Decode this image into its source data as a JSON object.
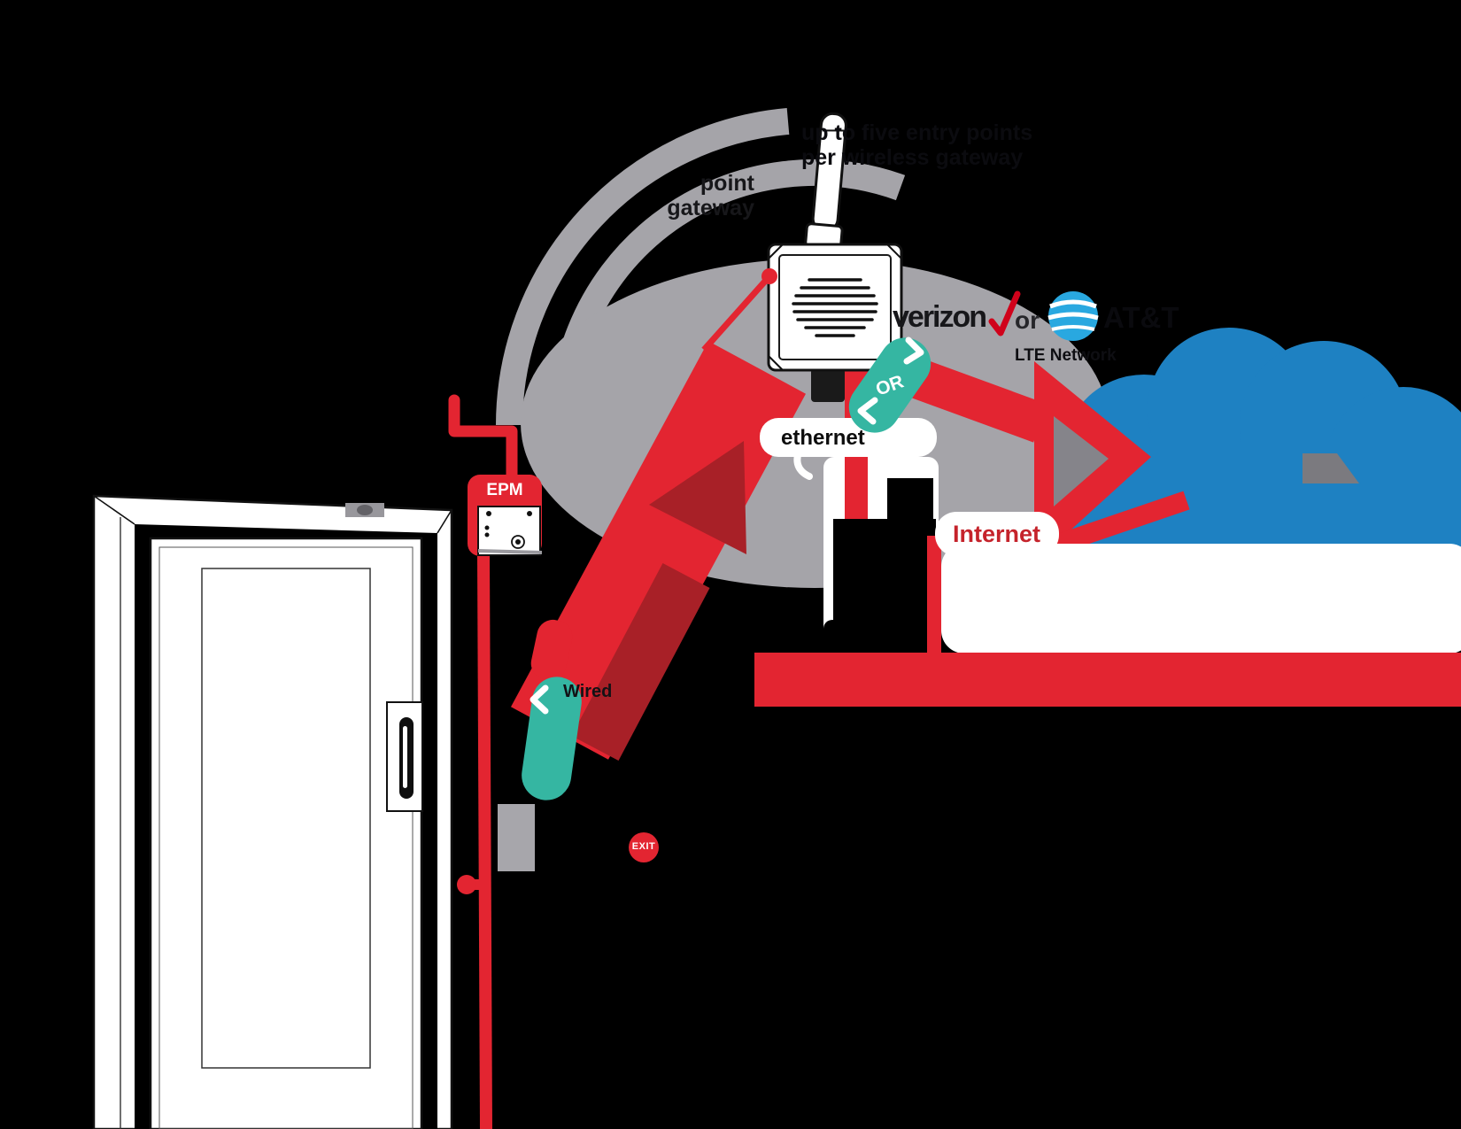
{
  "colors": {
    "background": "#000000",
    "red": "#e32531",
    "dark_red": "#a82027",
    "teal": "#35b6a2",
    "halo_gray": "#a5a4a9",
    "shadow_gray": "#85848a",
    "cloud_blue": "#1e81c2",
    "att_blue": "#29a8e0",
    "verizon_check_red": "#d0021b",
    "white": "#ffffff"
  },
  "heading": {
    "line1": "up to five entry points",
    "line2": "per wireless gateway"
  },
  "gateway_label": {
    "line1": "point",
    "line2": "gateway"
  },
  "carriers": {
    "verizon": "verizon",
    "or_word": "or",
    "att": "AT&T",
    "caption": "LTE Network"
  },
  "or_badge": {
    "label": "OR"
  },
  "epm": {
    "label": "EPM"
  },
  "ethernet_label": {
    "text": "ethernet"
  },
  "internet_label": {
    "text": "Internet"
  },
  "exit_button": {
    "text": "EXIT"
  },
  "faint_labels": {
    "wiring": "Wired"
  }
}
